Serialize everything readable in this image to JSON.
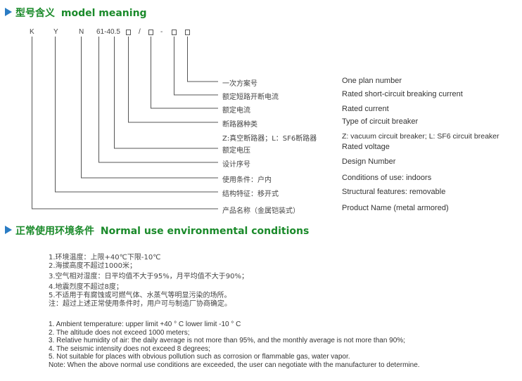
{
  "section1": {
    "title_cn": "型号含义",
    "title_en": "model meaning"
  },
  "code": {
    "k": "K",
    "y": "Y",
    "n": "N",
    "num": "61-40.5",
    "slash": "/",
    "dash": "-"
  },
  "items": [
    {
      "cn": "一次方案号",
      "en": "One plan number"
    },
    {
      "cn": "额定短路开断电流",
      "en": "Rated short-circuit breaking current"
    },
    {
      "cn": "额定电流",
      "en": "Rated current"
    },
    {
      "cn": "断路器种类",
      "en": "Type of circuit breaker"
    },
    {
      "cn": "Z:真空断路器；L：SF6断路器",
      "en": "Z: vacuum circuit breaker; L: SF6 circuit breaker"
    },
    {
      "cn": "额定电压",
      "en": "Rated voltage"
    },
    {
      "cn": "设计序号",
      "en": "Design Number"
    },
    {
      "cn": "使用条件：户内",
      "en": "Conditions of use: indoors"
    },
    {
      "cn": "结构特征：移开式",
      "en": "Structural features: removable"
    },
    {
      "cn": "产品名称（金属铠装式）",
      "en": "Product Name (metal armored)"
    }
  ],
  "section2": {
    "title_cn": "正常使用环境条件",
    "title_en": "Normal use environmental conditions"
  },
  "conditions_cn": [
    "1.环境温度：上限+40℃下限-10℃",
    "2.海拔高度不超过1000米；",
    "3.空气相对湿度：日平均值不大于95%，月平均值不大于90%；",
    "4.地震烈度不超过8度；",
    "5.不适用于有腐蚀或可燃气体、水蒸气等明显污染的场所。",
    "注：超过上述正常使用条件时，用户可与制造厂协商确定。"
  ],
  "conditions_en": [
    "1. Ambient temperature: upper limit +40 ° C lower limit -10 ° C",
    "2. The altitude does not exceed 1000 meters;",
    "3. Relative humidity of air: the daily average is not more than 95%, and the monthly average is not more than 90%;",
    "4. The seismic intensity does not exceed 8 degrees;",
    "5. Not suitable for places with obvious pollution such as corrosion or flammable gas, water vapor.",
    "Note: When the above normal use conditions are exceeded, the user can negotiate with the manufacturer to determine."
  ],
  "colors": {
    "heading": "#1a8a2a",
    "arrow": "#2a7cc4",
    "lines": "#555555"
  }
}
